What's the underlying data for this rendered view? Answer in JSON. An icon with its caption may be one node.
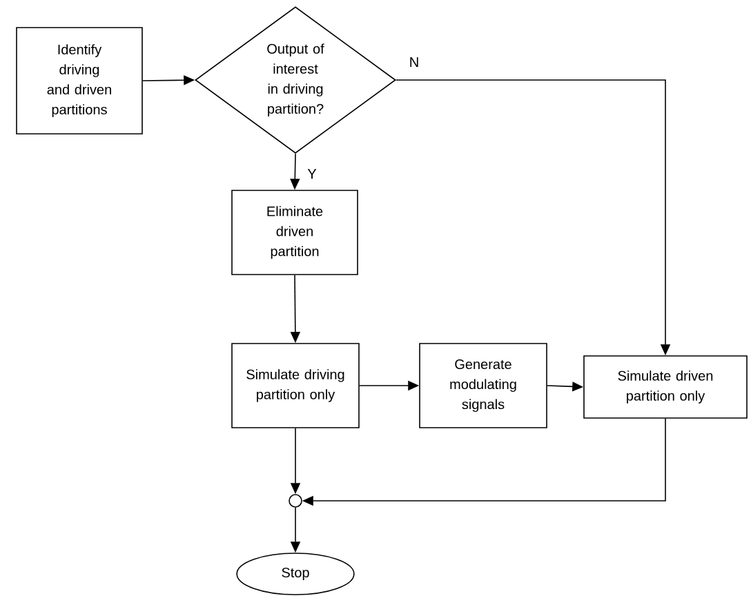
{
  "diagram": {
    "nodes": [
      {
        "text": [
          "Identify driving and driven partitions"
        ]
      },
      {
        "text": [
          "Output of interest in driving partition?"
        ]
      },
      {
        "text": [
          "Eliminate driven partition"
        ]
      },
      {
        "text": [
          "Simulate driving partition only"
        ]
      },
      {
        "text": [
          "Generate modulating signals"
        ]
      },
      {
        "text": [
          "Simulate driven partition only"
        ]
      },
      {
        "text": [],
        "shape": "circle"
      },
      {
        "text": [
          "Stop"
        ]
      }
    ],
    "edges": [
      {
        "from": 0,
        "to": 1,
        "arrow": "to"
      },
      {
        "from": 1,
        "to": 2,
        "arrow": "to",
        "label": "Y"
      },
      {
        "from": 1,
        "to": 5,
        "arrow": "to",
        "label": "N"
      },
      {
        "from": 2,
        "to": 3,
        "arrow": "to"
      },
      {
        "from": 3,
        "to": 4,
        "arrow": "to"
      },
      {
        "from": 4,
        "to": 5,
        "arrow": "to"
      },
      {
        "from": 3,
        "to": 6,
        "arrow": "to"
      },
      {
        "from": 5,
        "to": 6,
        "arrow": "to"
      },
      {
        "from": 6,
        "to": 7,
        "arrow": "to"
      }
    ]
  }
}
